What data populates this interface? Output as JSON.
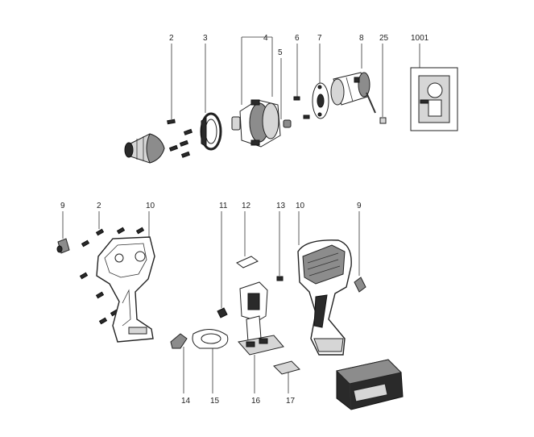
{
  "diagram": {
    "callouts": {
      "c2a": "2",
      "c3": "3",
      "c4": "4",
      "c5": "5",
      "c6": "6",
      "c7": "7",
      "c8": "8",
      "c25": "25",
      "c1001": "1001",
      "c9a": "9",
      "c2b": "2",
      "c10a": "10",
      "c11": "11",
      "c12": "12",
      "c13": "13",
      "c10b": "10",
      "c9b": "9",
      "c14": "14",
      "c15": "15",
      "c16": "16",
      "c17": "17"
    }
  }
}
